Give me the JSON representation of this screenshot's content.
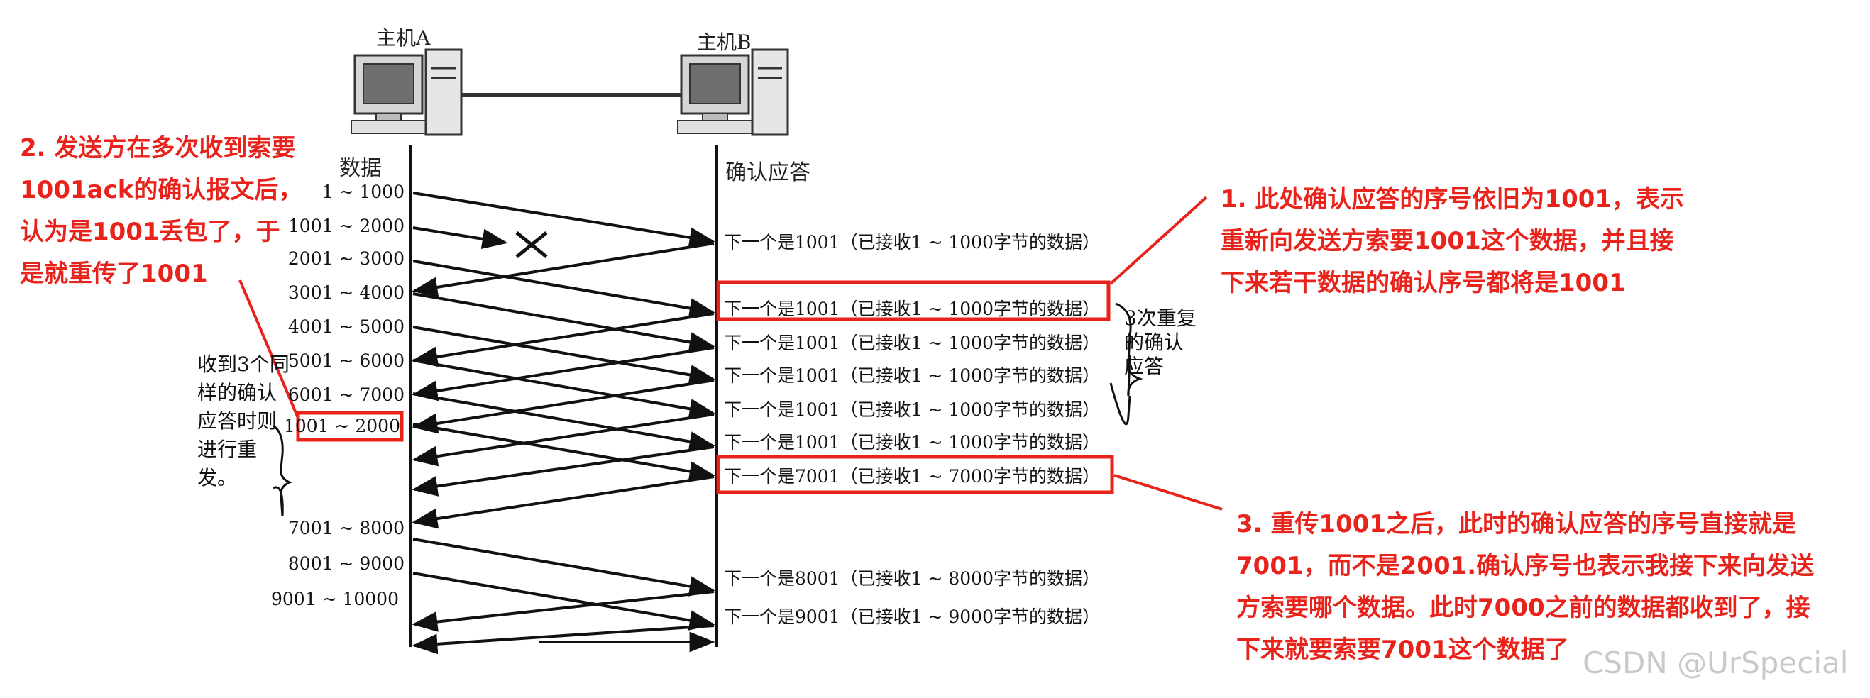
{
  "hosts": {
    "a": "主机A",
    "b": "主机B"
  },
  "columns": {
    "data": "数据",
    "ack": "确认应答"
  },
  "segments": [
    "1 ~ 1000",
    "1001 ~ 2000",
    "2001 ~ 3000",
    "3001 ~ 4000",
    "4001 ~ 5000",
    "5001 ~ 6000",
    "6001 ~ 7000",
    "1001 ~ 2000",
    "7001 ~ 8000",
    "8001 ~ 9000",
    "9001 ~ 10000"
  ],
  "acks": [
    "下一个是1001（已接收1 ~ 1000字节的数据）",
    "下一个是1001（已接收1 ~ 1000字节的数据）",
    "下一个是1001（已接收1 ~ 1000字节的数据）",
    "下一个是1001（已接收1 ~ 1000字节的数据）",
    "下一个是1001（已接收1 ~ 1000字节的数据）",
    "下一个是1001（已接收1 ~ 1000字节的数据）",
    "下一个是7001（已接收1 ~ 7000字节的数据）",
    "下一个是8001（已接收1 ~ 8000字节的数据）",
    "下一个是9001（已接收1 ~ 9000字节的数据）"
  ],
  "left_note": "收到3个同样的确认应答时则进行重发。",
  "brace_note": "3次重复的确认应答",
  "annotations": {
    "a2": "2. 发送方在多次收到索要1001ack的确认报文后，认为是1001丢包了，于是就重传了1001",
    "a1": "1. 此处确认应答的序号依旧为1001，表示重新向发送方索要1001这个数据，并且接下来若干数据的确认序号都将是1001",
    "a3": "3. 重传1001之后，此时的确认应答的序号直接就是7001，而不是2001.确认序号也表示我接下来向发送方索要哪个数据。此时7000之前的数据都收到了，接下来就要索要7001这个数据了"
  },
  "watermark": "CSDN @UrSpecial",
  "colors": {
    "highlight": "#e8231b",
    "line": "#111111"
  }
}
